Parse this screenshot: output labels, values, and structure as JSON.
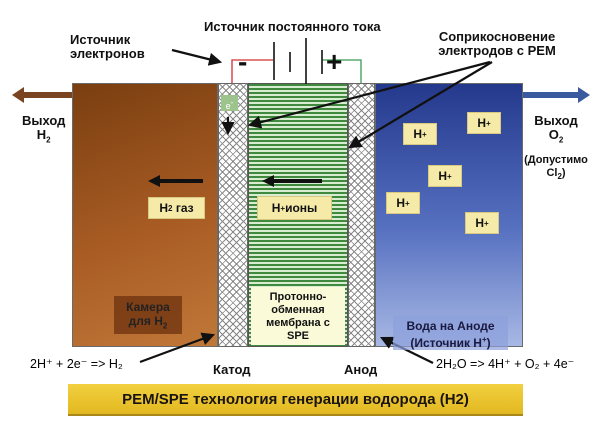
{
  "title_top": "Источник постоянного тока",
  "electron_source": "Источник электронов",
  "contact_label": "Соприкосновение электродов с PEM",
  "minus": "-",
  "plus": "+",
  "electron": "e",
  "electron_sup": "-",
  "outlet_h2": {
    "line1": "Выход",
    "line2": "H",
    "sub": "2"
  },
  "outlet_o2": {
    "line1": "Выход",
    "line2": "O",
    "sub": "2",
    "note": "(Допустимо",
    "note2": "Cl",
    "note_sub": "2",
    "note_end": ")"
  },
  "h2_gas": {
    "h": "H",
    "sub": "2",
    "text": "газ"
  },
  "h_ions": {
    "h": "H",
    "sup": "+",
    "text": " ионы"
  },
  "h_plus": {
    "h": "H",
    "sup": "+"
  },
  "chamber": {
    "line1": "Камера",
    "line2": "для H",
    "sub": "2"
  },
  "membrane": "Протонно-обменная мембрана с SPE",
  "anode_water": {
    "line1": "Вода на Аноде",
    "line2": "(Источник H",
    "sup": "+",
    "end": ")"
  },
  "eq_cathode": "2H⁺ + 2e⁻ => H₂",
  "eq_anode": "2H₂O => 4H⁺ + O₂ + 4e⁻",
  "cathode": "Катод",
  "anode": "Анод",
  "banner": "PEM/SPE технология генерации водорода (H2)",
  "colors": {
    "cathode": "#9a5420",
    "anode": "#3a54a8",
    "membrane": "#3f8a3f",
    "banner": "#e8c22c",
    "wire_neg": "#d03030",
    "wire_pos": "#3a9a50"
  }
}
